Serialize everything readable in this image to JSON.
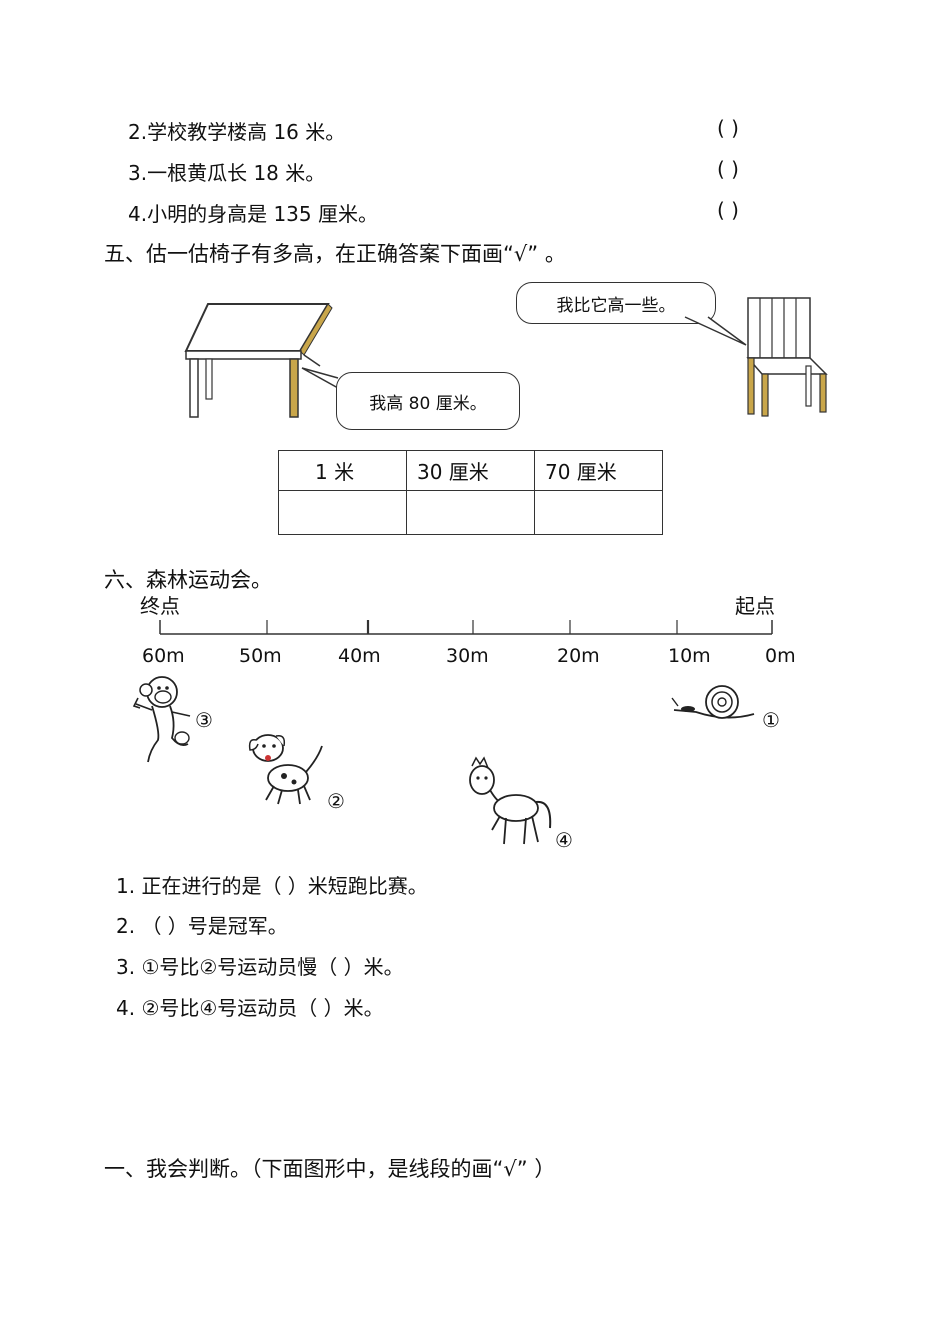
{
  "section4_items": [
    {
      "text": "2.学校教学楼高   16 米。",
      "paren": "(              )"
    },
    {
      "text": "3.一根黄瓜长   18 米。",
      "paren": "(              )"
    },
    {
      "text": "4.小明的身高是   135 厘米。",
      "paren": "(              )"
    }
  ],
  "section5": {
    "heading": "五、估一估椅子有多高，在正确答案下面画“√”      。",
    "table_bubble": "我高  80 厘米。",
    "chair_bubble": "我比它高一些。",
    "options": [
      "1 米",
      "30 厘米",
      "70 厘米"
    ]
  },
  "section6": {
    "heading": "六、森林运动会。",
    "end_label": "终点",
    "start_label": "起点",
    "ticks": [
      "60m",
      "50m",
      "40m",
      "30m",
      "20m",
      "10m",
      "0m"
    ],
    "animals": [
      {
        "icon": "snail-icon",
        "number": "①"
      },
      {
        "icon": "dog-icon",
        "number": "②"
      },
      {
        "icon": "monkey-icon",
        "number": "③"
      },
      {
        "icon": "horse-icon",
        "number": "④"
      }
    ],
    "questions": [
      "1. 正在进行的是（              ）米短跑比赛。",
      "2. （            ）号是冠军。",
      "3. ①号比②号运动员慢（               ）米。",
      "4. ②号比④号运动员（                          ）米。"
    ]
  },
  "next_section": {
    "heading": "一、我会判断。（下面图形中，是线段的画“√”   ）"
  }
}
